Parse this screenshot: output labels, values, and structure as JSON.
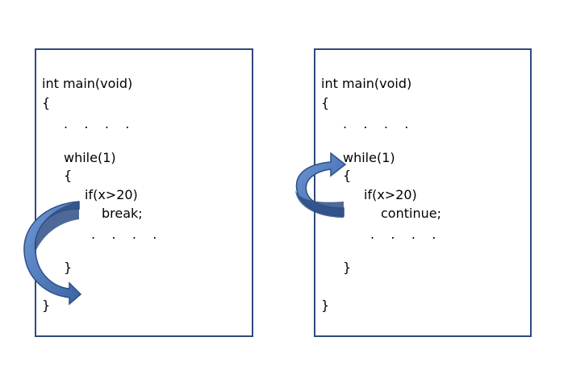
{
  "left_code": {
    "lines": [
      "int main(void)",
      "{",
      ".    .    .    .",
      "while(1)",
      "{",
      "if(x>20)",
      "break;",
      ".    .    .    .",
      "}",
      "}"
    ]
  },
  "right_code": {
    "lines": [
      "int main(void)",
      "{",
      ".    .    .    .",
      "while(1)",
      "{",
      "if(x>20)",
      "continue;",
      ".    .    .    .",
      "}",
      "}"
    ]
  },
  "colors": {
    "border": "#2f4a7c",
    "arrow_light": "#5b86c7",
    "arrow_dark": "#2e4f85"
  }
}
